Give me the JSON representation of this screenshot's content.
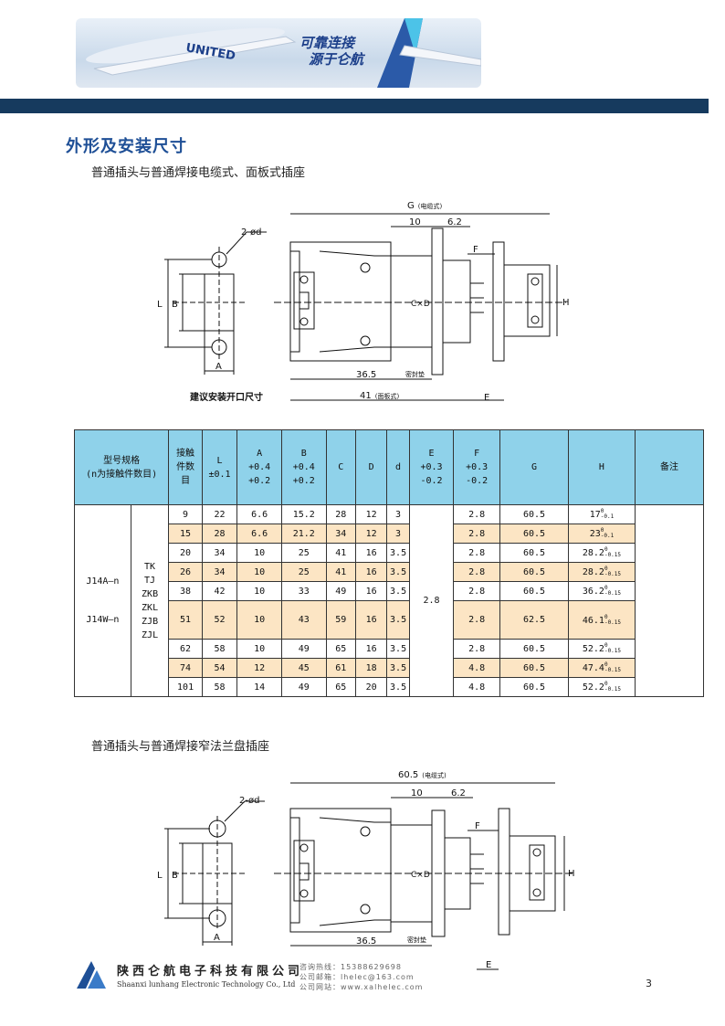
{
  "header": {
    "banner_text": "UNITED",
    "slogan_line1": "可靠连接",
    "slogan_line2": "源于仑航"
  },
  "section_title": "外形及安装尺寸",
  "figure1": {
    "subtitle": "普通插头与普通焊接电缆式、面板式插座",
    "labels": {
      "hole": "2-ød",
      "L": "L",
      "B": "B",
      "A": "A",
      "caption": "建议安装开口尺寸",
      "G": "G",
      "G_note": "(电缆式)",
      "dim10": "10",
      "dim62": "6.2",
      "F": "F",
      "CxD": "C×D",
      "H": "H",
      "d365": "36.5",
      "seal": "密封垫",
      "d41": "41",
      "panel_note": "(面板式)",
      "E": "E"
    }
  },
  "table": {
    "headers": [
      "型号规格\n(n为接触件数目)",
      "接触\n件数\n目",
      "L\n±0.1",
      "A\n+0.4\n+0.2",
      "B\n+0.4\n+0.2",
      "C",
      "D",
      "d",
      "E\n+0.3\n-0.2",
      "F\n+0.3\n-0.2",
      "G",
      "H",
      "备注"
    ],
    "model_lines": "J14A—n\n\nJ14W—n",
    "series_lines": "TK\nTJ\nZKB\nZKL\nZJB\nZJL",
    "E_value": "2.8",
    "rows": [
      {
        "n": "9",
        "L": "22",
        "A": "6.6",
        "B": "15.2",
        "C": "28",
        "D": "12",
        "d": "3",
        "F": "2.8",
        "G": "60.5",
        "H": "17",
        "H_tol": "-0.1",
        "H_tol_up": "0"
      },
      {
        "n": "15",
        "L": "28",
        "A": "6.6",
        "B": "21.2",
        "C": "34",
        "D": "12",
        "d": "3",
        "F": "2.8",
        "G": "60.5",
        "H": "23",
        "H_tol": "-0.1",
        "H_tol_up": "0"
      },
      {
        "n": "20",
        "L": "34",
        "A": "10",
        "B": "25",
        "C": "41",
        "D": "16",
        "d": "3.5",
        "F": "2.8",
        "G": "60.5",
        "H": "28.2",
        "H_tol": "-0.15",
        "H_tol_up": "0"
      },
      {
        "n": "26",
        "L": "34",
        "A": "10",
        "B": "25",
        "C": "41",
        "D": "16",
        "d": "3.5",
        "F": "2.8",
        "G": "60.5",
        "H": "28.2",
        "H_tol": "-0.15",
        "H_tol_up": "0"
      },
      {
        "n": "38",
        "L": "42",
        "A": "10",
        "B": "33",
        "C": "49",
        "D": "16",
        "d": "3.5",
        "F": "2.8",
        "G": "60.5",
        "H": "36.2",
        "H_tol": "-0.15",
        "H_tol_up": "0"
      },
      {
        "n": "51",
        "L": "52",
        "A": "10",
        "B": "43",
        "C": "59",
        "D": "16",
        "d": "3.5",
        "F": "2.8",
        "G": "62.5",
        "H": "46.1",
        "H_tol": "-0.15",
        "H_tol_up": "0"
      },
      {
        "n": "62",
        "L": "58",
        "A": "10",
        "B": "49",
        "C": "65",
        "D": "16",
        "d": "3.5",
        "F": "2.8",
        "G": "60.5",
        "H": "52.2",
        "H_tol": "-0.15",
        "H_tol_up": "0"
      },
      {
        "n": "74",
        "L": "54",
        "A": "12",
        "B": "45",
        "C": "61",
        "D": "18",
        "d": "3.5",
        "F": "4.8",
        "G": "60.5",
        "H": "47.4",
        "H_tol": "-0.15",
        "H_tol_up": "0"
      },
      {
        "n": "101",
        "L": "58",
        "A": "14",
        "B": "49",
        "C": "65",
        "D": "20",
        "d": "3.5",
        "F": "4.8",
        "G": "60.5",
        "H": "52.2",
        "H_tol": "-0.15",
        "H_tol_up": "0"
      }
    ]
  },
  "figure2": {
    "subtitle": "普通插头与普通焊接窄法兰盘插座",
    "labels": {
      "hole": "2-ød",
      "L": "L",
      "B": "B",
      "A": "A",
      "G": "60.5",
      "G_note": "(电缆式)",
      "dim10": "10",
      "dim62": "6.2",
      "F": "F",
      "CxD": "C×D",
      "H": "H",
      "d365": "36.5",
      "seal": "密封垫",
      "E": "E"
    }
  },
  "footer": {
    "company_cn": "陕西仑航电子科技有限公司",
    "company_en": "Shaanxi lunhang Electronic Technology Co., Ltd",
    "hotline": "咨询热线：15388629698",
    "email": "公司邮箱：lhelec@163.com",
    "website": "公司网站：www.xalhelec.com",
    "page_number": "3"
  },
  "colors": {
    "accent": "#1e4f96",
    "header_bar": "#163a5e",
    "table_header": "#8fd2ea",
    "row_highlight": "#fce5c4"
  }
}
